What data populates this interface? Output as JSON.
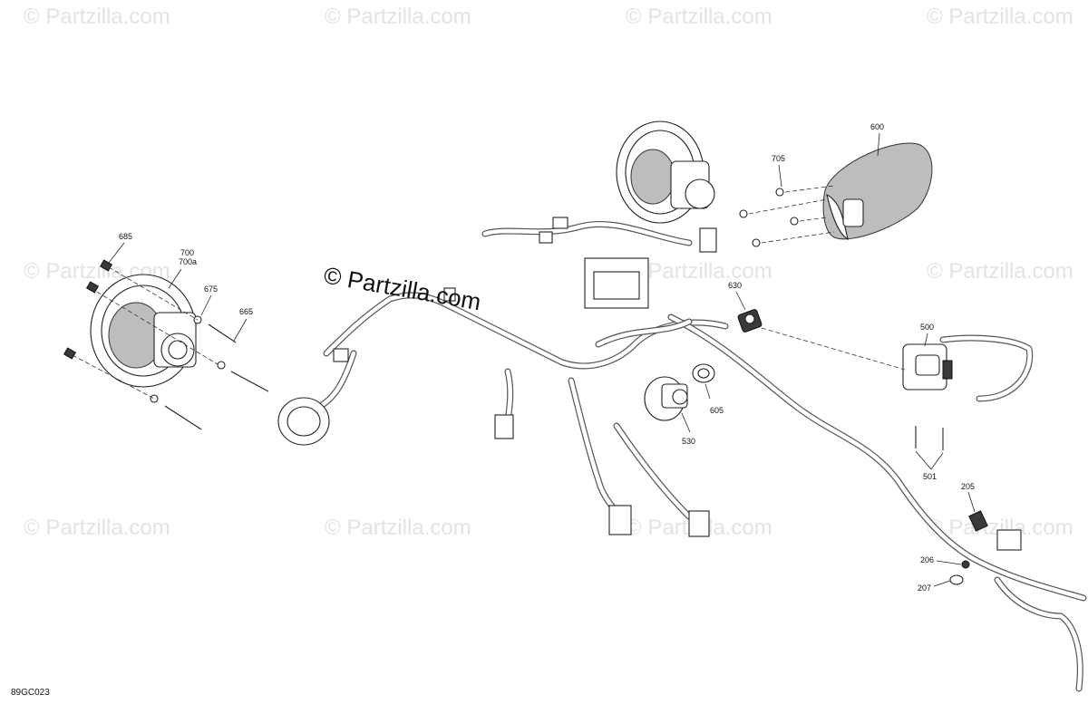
{
  "watermark": {
    "text": "© Partzilla.com",
    "main_text": "© Partzilla.com"
  },
  "diagram_code": "89GC023",
  "callouts": {
    "c685": "685",
    "c700": "700",
    "c700a": "700a",
    "c675": "675",
    "c665": "665",
    "c600": "600",
    "c705": "705",
    "c630": "630",
    "c500": "500",
    "c605": "605",
    "c530": "530",
    "c501": "501",
    "c205": "205",
    "c206": "206",
    "c207": "207"
  },
  "colors": {
    "line": "#222222",
    "watermark": "#e3e3e3",
    "background": "#ffffff"
  }
}
